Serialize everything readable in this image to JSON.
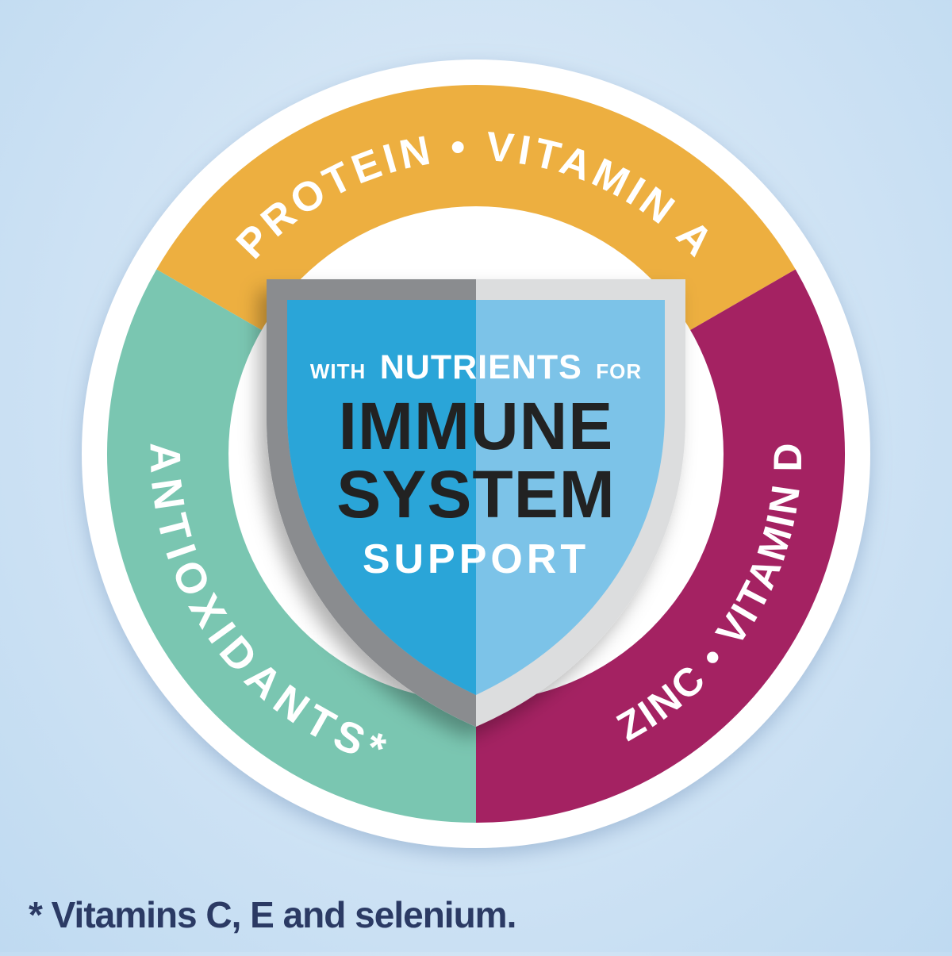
{
  "background": {
    "corner_color": "#BFDAF1",
    "center_color": "#EAF2FB"
  },
  "badge": {
    "rim_color": "#FFFFFF",
    "inner_circle_color": "#FFFFFF",
    "segments": [
      {
        "name": "protein-vitamin-a",
        "label": "PROTEIN • VITAMIN A",
        "position": "top",
        "color": "#EDAF3F",
        "text_color": "#FFFFFF"
      },
      {
        "name": "zinc-vitamin-d",
        "label": "ZINC • VITAMIN D",
        "position": "right",
        "color": "#A42062",
        "text_color": "#FFFFFF"
      },
      {
        "name": "antioxidants",
        "label": "ANTIOXIDANTS*",
        "position": "left",
        "color": "#7AC6B1",
        "text_color": "#FFFFFF"
      }
    ],
    "shield": {
      "border_left_color": "#8A8C8F",
      "border_right_color": "#DCDDDE",
      "fill_left_color": "#29A5D8",
      "fill_right_color": "#7CC3E8",
      "line1": {
        "small_left": "WITH",
        "large": "NUTRIENTS",
        "small_right": "FOR",
        "color": "#FFFFFF"
      },
      "line2": {
        "text": "IMMUNE",
        "color": "#202124"
      },
      "line3": {
        "text": "SYSTEM",
        "color": "#202124"
      },
      "line4": {
        "text": "SUPPORT",
        "color": "#FFFFFF"
      }
    }
  },
  "footnote": {
    "text": "* Vitamins C, E and selenium.",
    "color": "#2B3A64"
  }
}
